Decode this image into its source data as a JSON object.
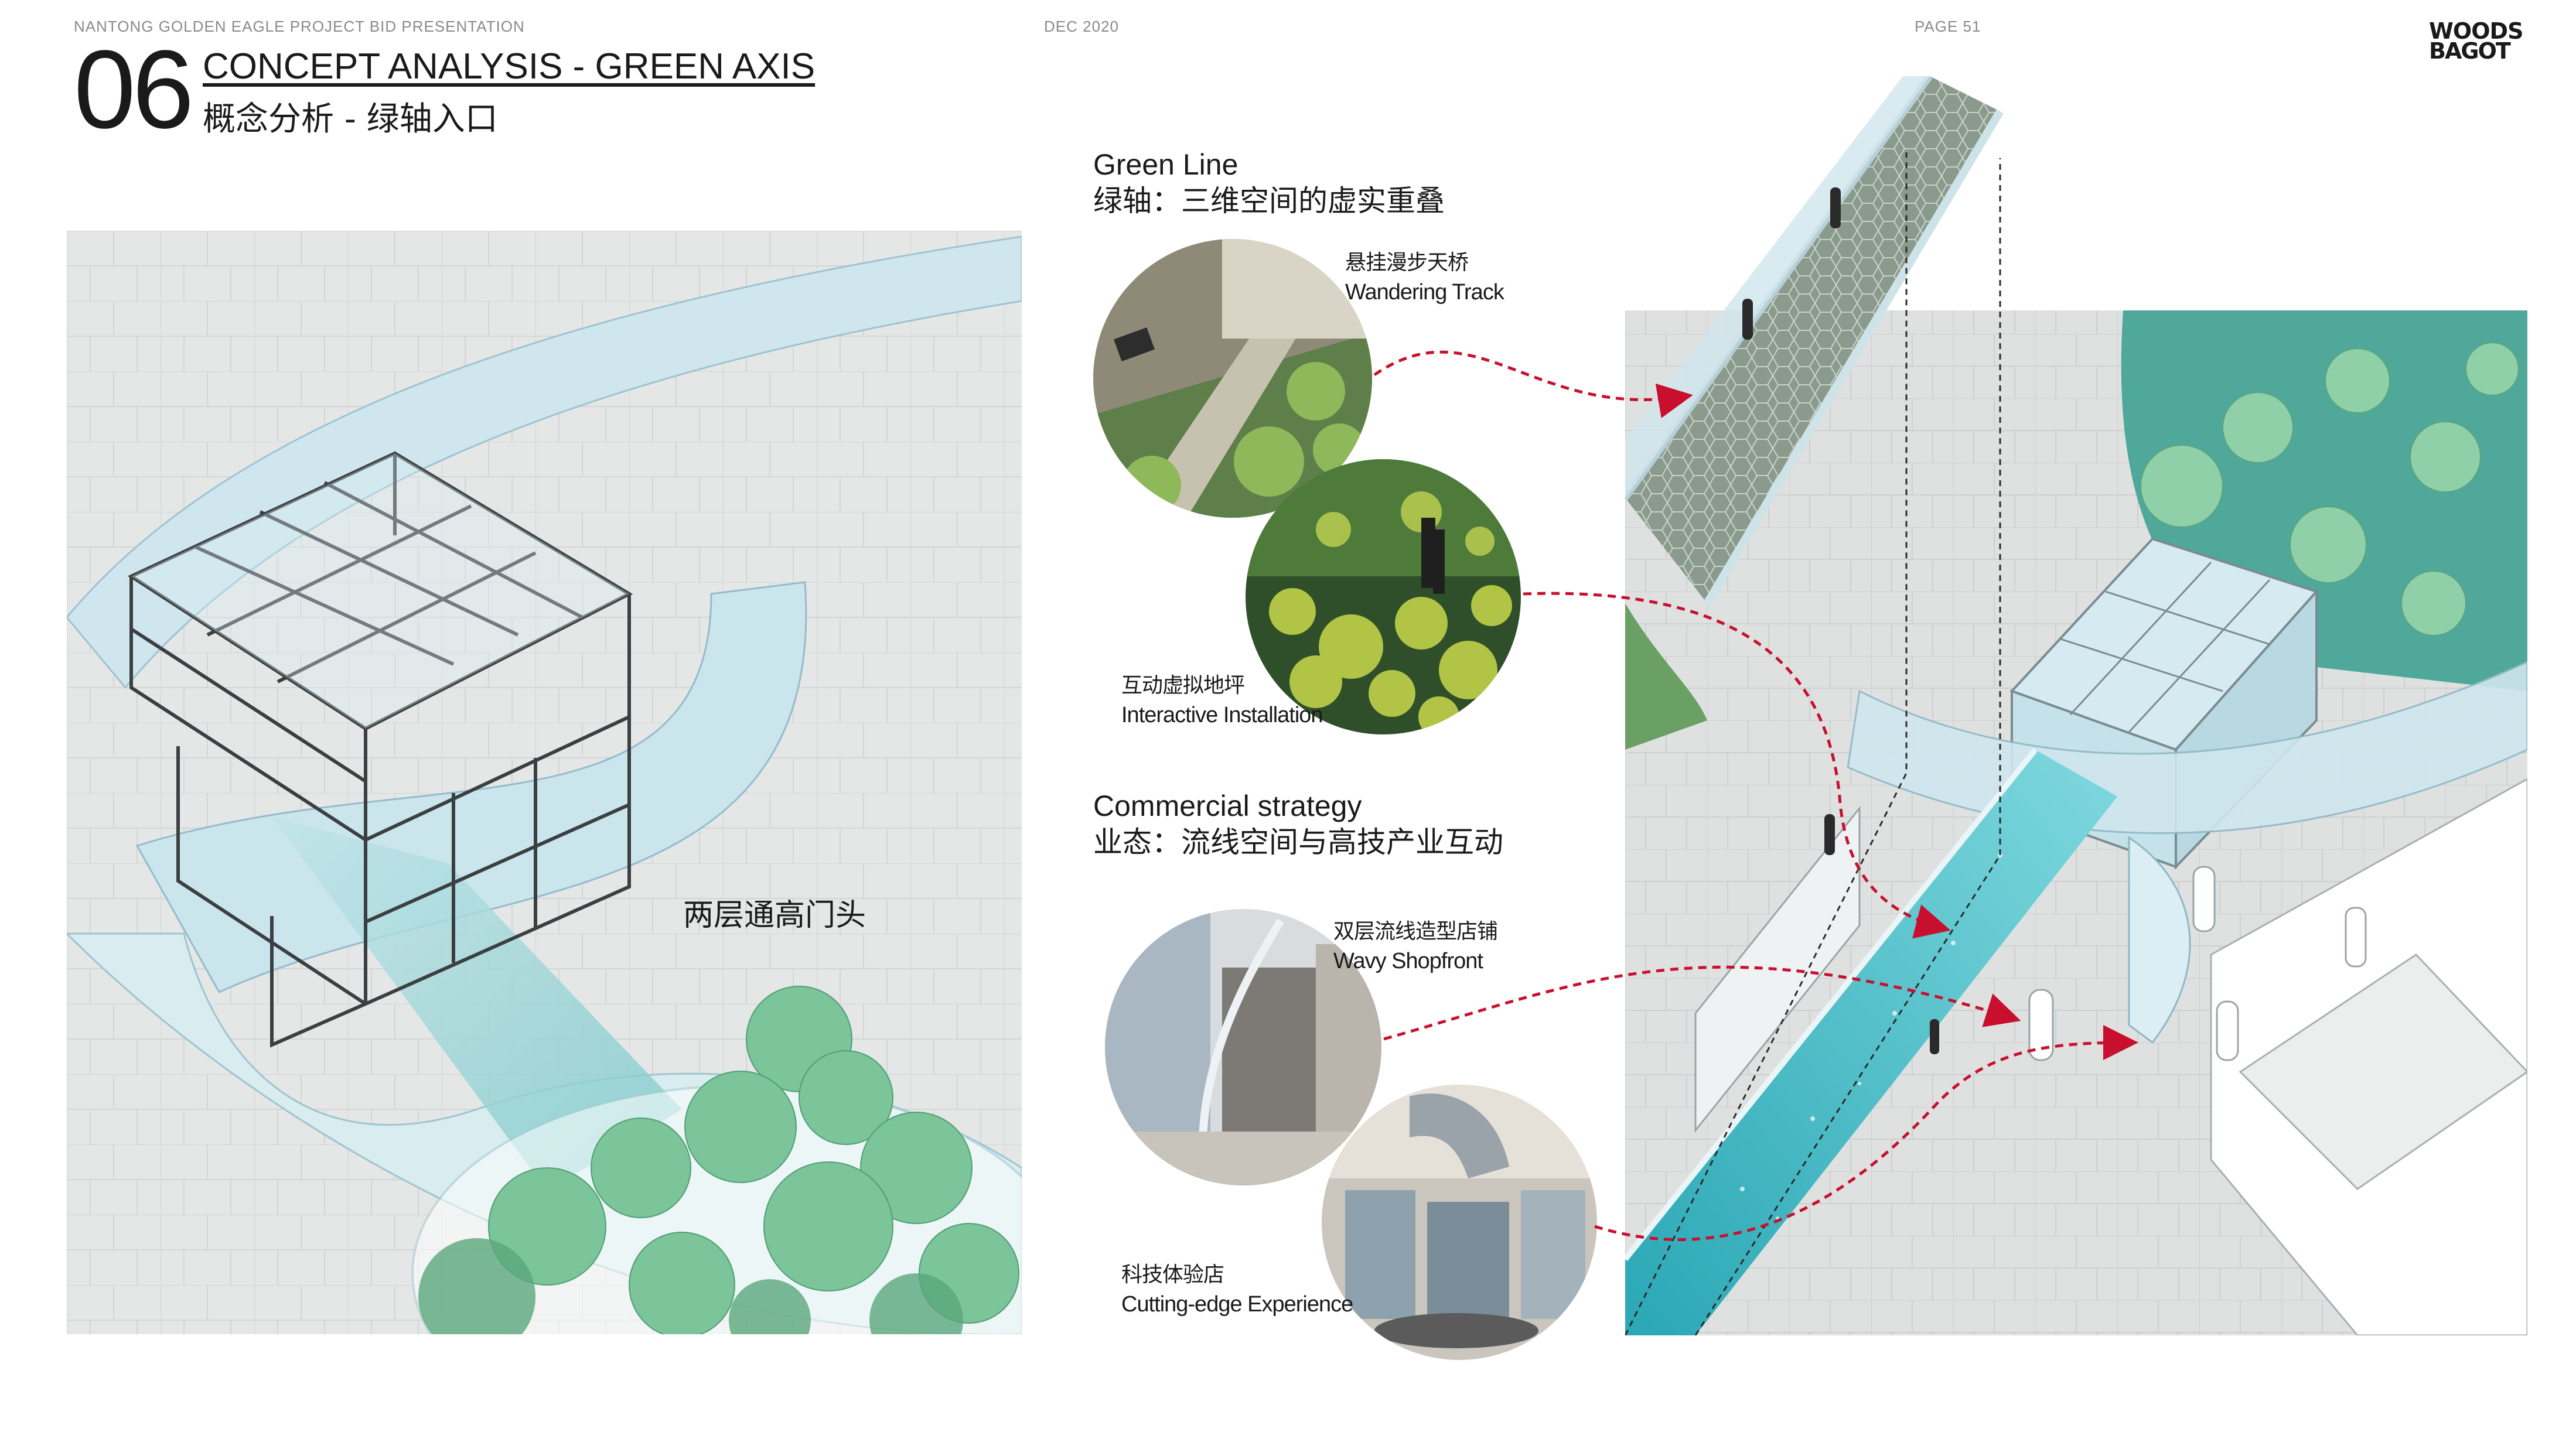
{
  "header": {
    "project": "NANTONG GOLDEN EAGLE PROJECT BID PRESENTATION",
    "date": "DEC 2020",
    "page": "PAGE 51"
  },
  "logo": {
    "line1": "WOODS",
    "line2": "BAGOT"
  },
  "title": {
    "number": "06",
    "english": "CONCEPT ANALYSIS - GREEN AXIS",
    "chinese": "概念分析 - 绿轴入口"
  },
  "left_plan": {
    "label": "两层通高门头"
  },
  "green_line": {
    "heading_en": "Green Line",
    "heading_cn": "绿轴：三维空间的虚实重叠",
    "items": [
      {
        "cn": "悬挂漫步天桥",
        "en": "Wandering Track"
      },
      {
        "cn": "互动虚拟地坪",
        "en": "Interactive Installation"
      }
    ]
  },
  "commercial": {
    "heading_en": "Commercial strategy",
    "heading_cn": "业态：流线空间与高技产业互动",
    "items": [
      {
        "cn": "双层流线造型店铺",
        "en": "Wavy Shopfront"
      },
      {
        "cn": "科技体验店",
        "en": "Cutting-edge Experience"
      }
    ]
  },
  "colors": {
    "accent_arrow": "#c8102e",
    "glass": "#cfe6ee",
    "tree": "#6fbf8f",
    "paving": "#e4e6e6"
  }
}
